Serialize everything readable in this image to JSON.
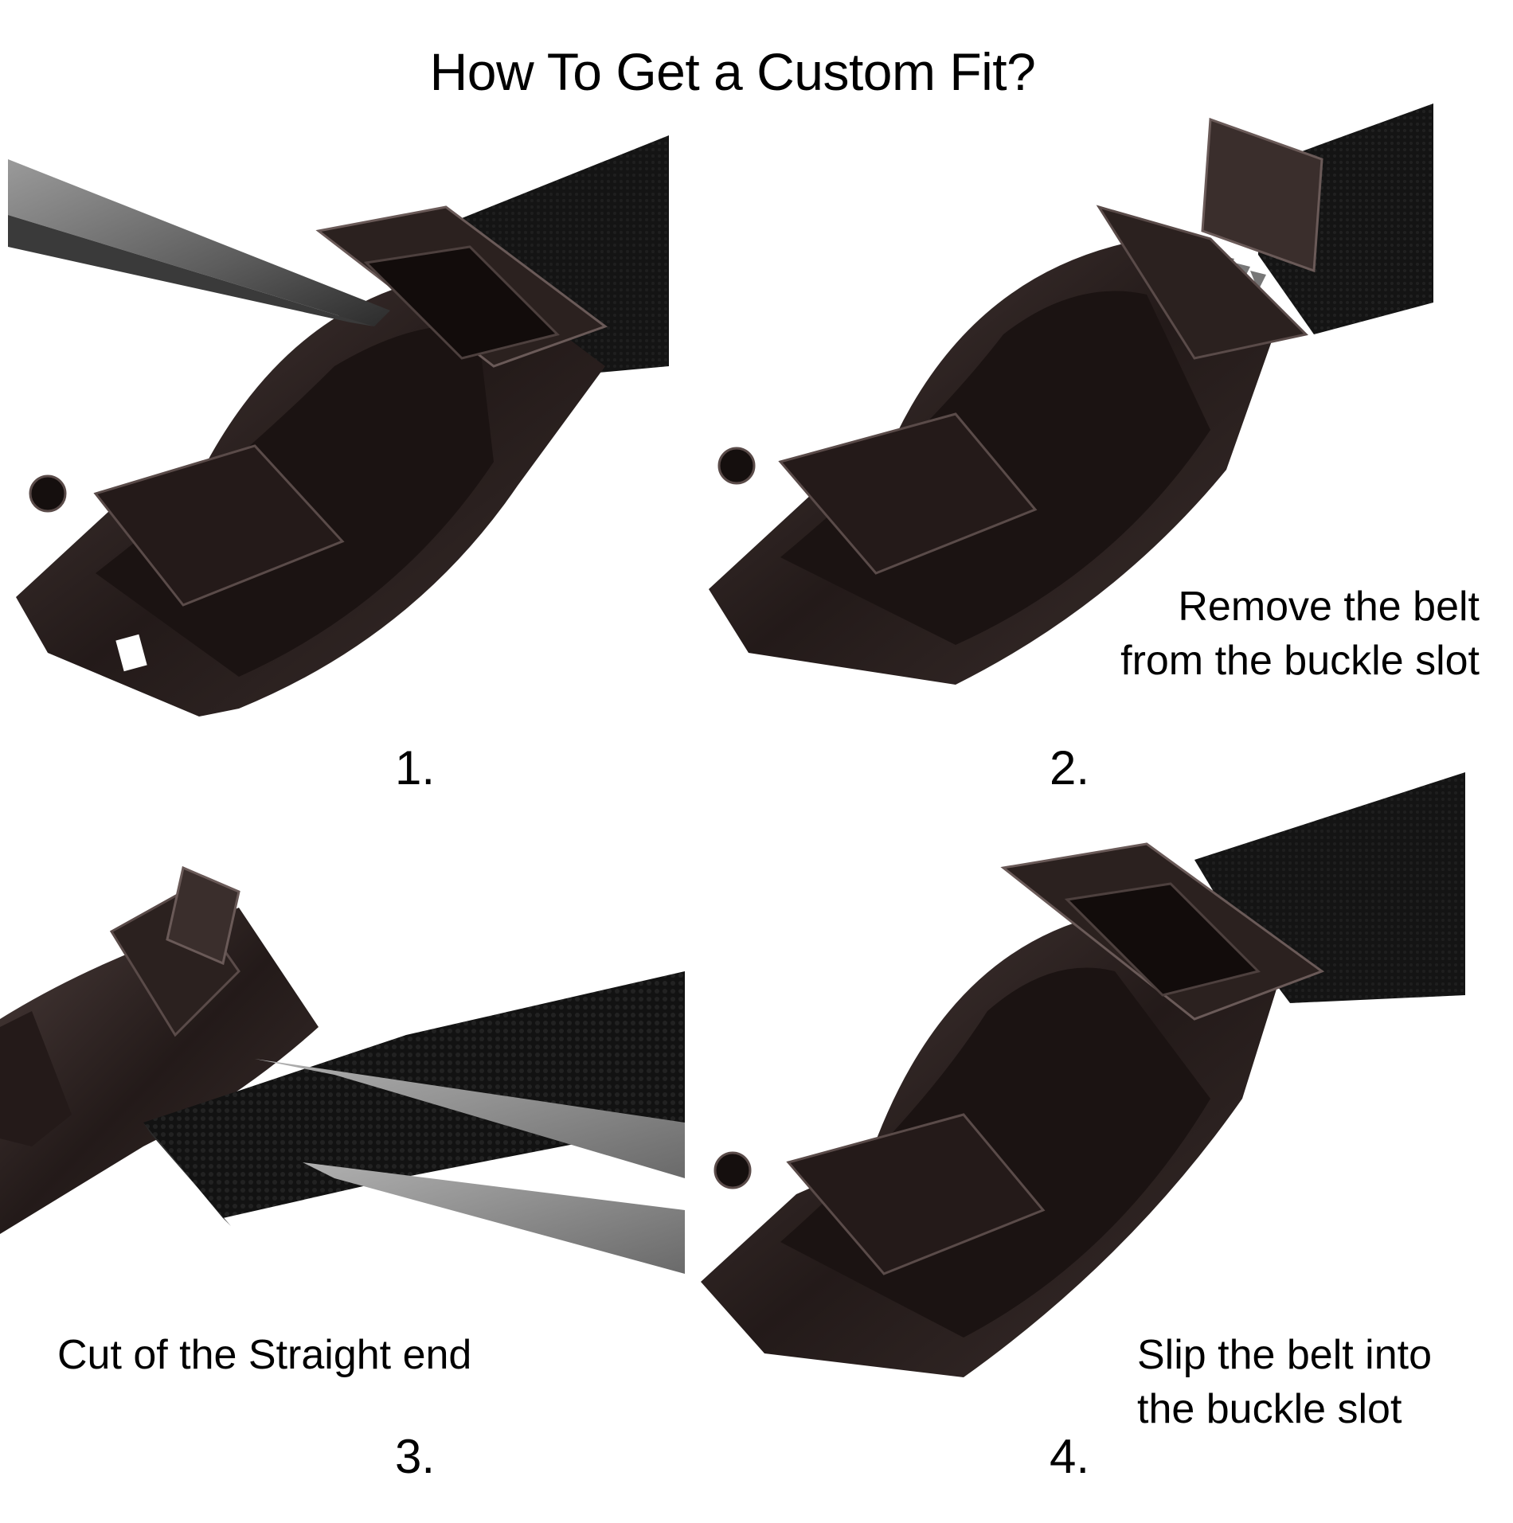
{
  "title": "How To Get a Custom Fit?",
  "steps": [
    {
      "number": "1.",
      "caption": "",
      "illustration": "buckle-with-pointed-tool"
    },
    {
      "number": "2.",
      "caption_line1": "Remove the belt",
      "caption_line2": "from the buckle slot",
      "illustration": "buckle-open-clamp"
    },
    {
      "number": "3.",
      "caption": "Cut of the Straight end",
      "illustration": "scissors-cutting-belt"
    },
    {
      "number": "4.",
      "caption_line1": "Slip the belt into",
      "caption_line2": "the buckle slot",
      "illustration": "buckle-closed-on-belt"
    }
  ],
  "colors": {
    "background": "#ffffff",
    "text": "#000000",
    "belt_leather": "#141414",
    "buckle_metal": "#2a1f1e",
    "buckle_highlight": "#5a4b49",
    "blade_steel": "#8a8a8a"
  }
}
